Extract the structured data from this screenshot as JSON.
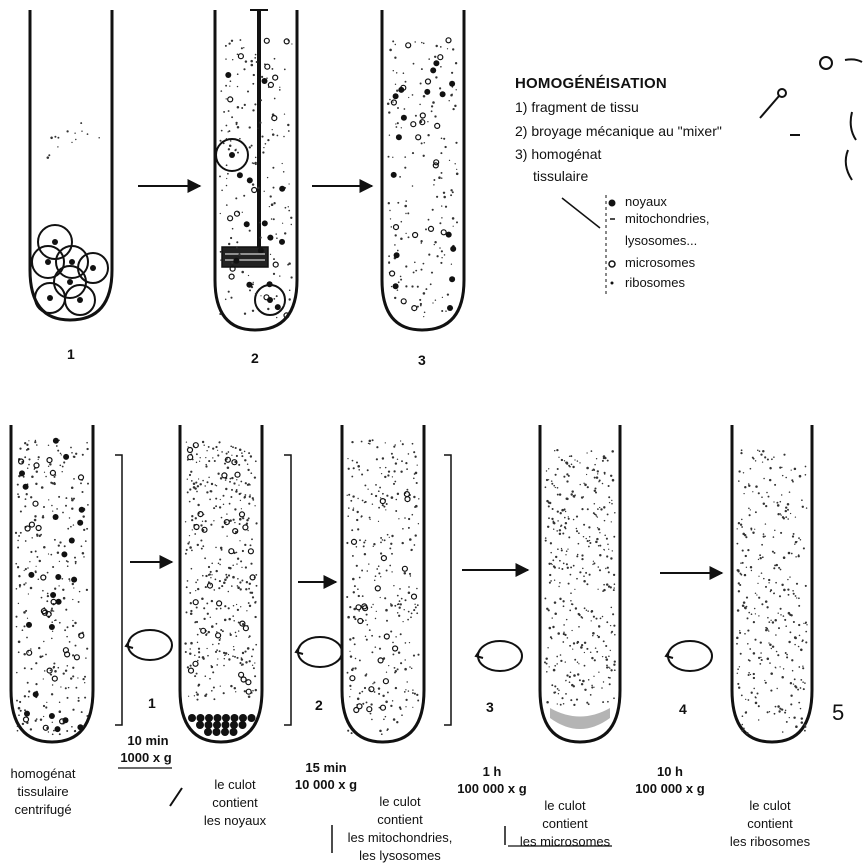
{
  "homogenization": {
    "title": "HOMOGÉNÉISATION",
    "steps": [
      "1) fragment de tissu",
      "2) broyage mécanique au \"mixer\"",
      "3) homogénat",
      "tissulaire"
    ],
    "legend": [
      {
        "symbol": "filled-dot",
        "label": "noyaux"
      },
      {
        "symbol": "dash",
        "label": "mitochondries,"
      },
      {
        "symbol": "dash",
        "label": "lysosomes..."
      },
      {
        "symbol": "open-circle",
        "label": "microsomes"
      },
      {
        "symbol": "dot",
        "label": "ribosomes"
      }
    ],
    "tube_numbers": [
      "1",
      "2",
      "3"
    ]
  },
  "centrifugation": {
    "steps": [
      {
        "number": "1",
        "time": "10 min",
        "force": "1000 x g",
        "pellet": [
          "le culot",
          "contient",
          "les noyaux"
        ]
      },
      {
        "number": "2",
        "time": "15 min",
        "force": "10 000 x g",
        "pellet": [
          "le culot",
          "contient",
          "les mitochondries,",
          "les lysosomes"
        ]
      },
      {
        "number": "3",
        "time": "1 h",
        "force": "100 000 x g",
        "pellet": [
          "le culot",
          "contient",
          "les microsomes"
        ]
      },
      {
        "number": "4",
        "time": "10 h",
        "force": "100 000 x g",
        "pellet": [
          "le culot",
          "contient",
          "les ribosomes"
        ]
      }
    ],
    "start_label": [
      "homogénat",
      "tissulaire",
      "centrifugé"
    ],
    "side_number": "5"
  }
}
